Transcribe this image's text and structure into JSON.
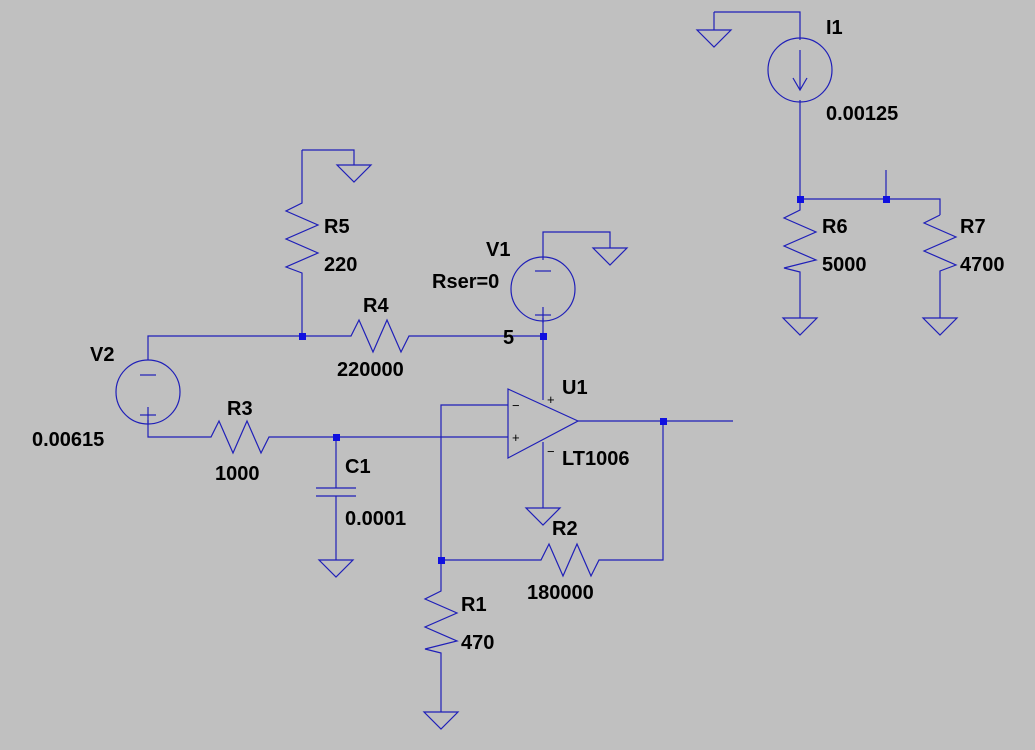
{
  "components": {
    "I1": {
      "name": "I1",
      "value": "0.00125"
    },
    "R6": {
      "name": "R6",
      "value": "5000"
    },
    "R7": {
      "name": "R7",
      "value": "4700"
    },
    "R5": {
      "name": "R5",
      "value": "220"
    },
    "R4": {
      "name": "R4",
      "value": "220000"
    },
    "V1": {
      "name": "V1",
      "param": "Rser=0",
      "value": "5"
    },
    "V2": {
      "name": "V2",
      "value": "0.00615"
    },
    "R3": {
      "name": "R3",
      "value": "1000"
    },
    "C1": {
      "name": "C1",
      "value": "0.0001"
    },
    "U1": {
      "name": "U1",
      "value": "LT1006"
    },
    "R2": {
      "name": "R2",
      "value": "180000"
    },
    "R1": {
      "name": "R1",
      "value": "470"
    }
  },
  "pins": {
    "plus": "+",
    "minus": "−"
  },
  "colors": {
    "background": "#c0c0c0",
    "wire": "#1f1fb8",
    "junction": "#1010e0",
    "text": "#000000"
  }
}
